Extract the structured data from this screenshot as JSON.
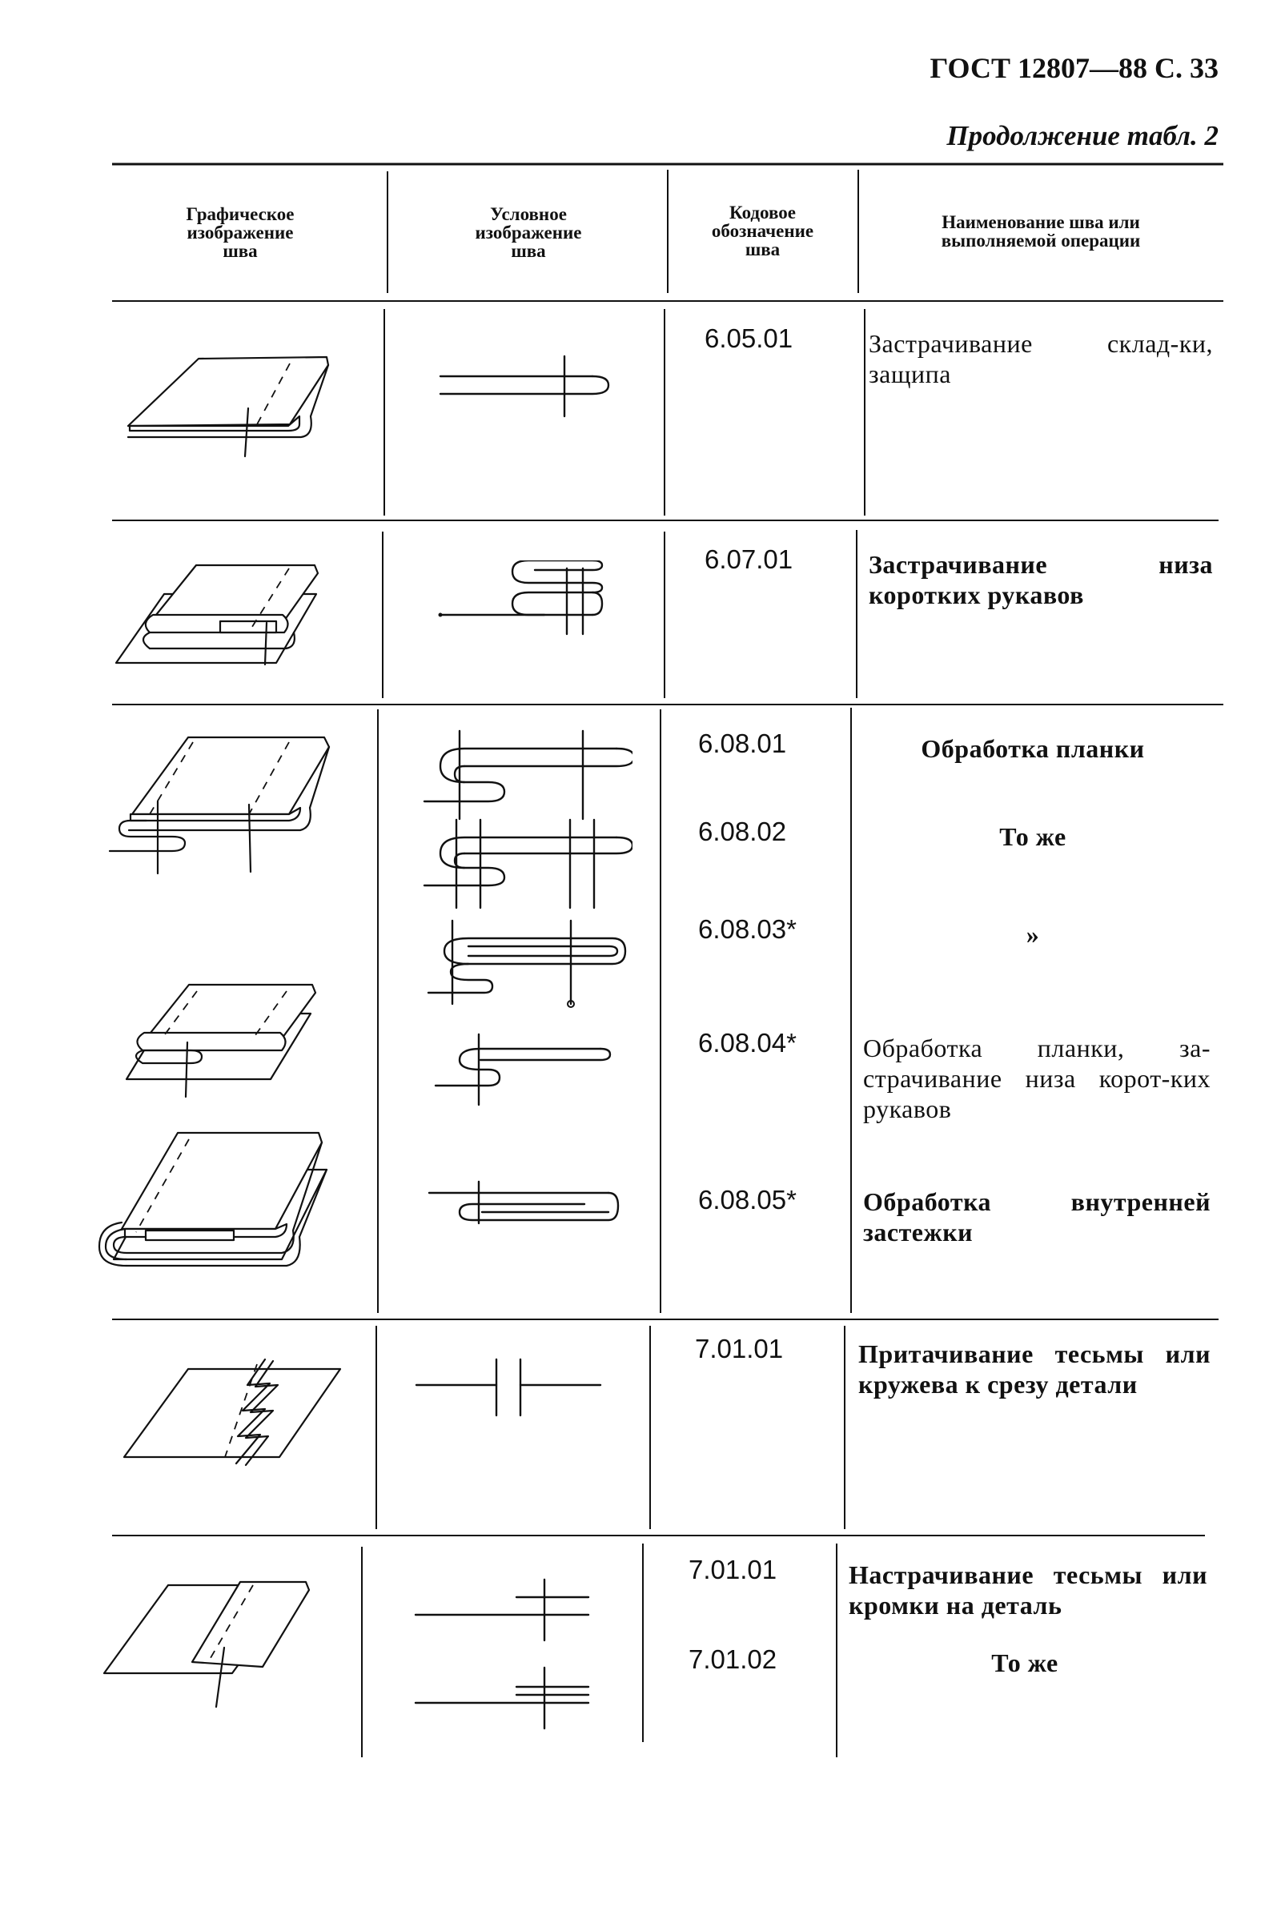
{
  "header": {
    "standard": "ГОСТ 12807—88 С. 33",
    "continuation": "Продолжение табл. 2"
  },
  "columns": [
    "Графическое\nизображение\nшва",
    "Условное\nизображение\nшва",
    "Кодовое\nобозначение\nшва",
    "Наименование шва или\nвыполняемой операции"
  ],
  "rows": [
    {
      "code": "6.05.01",
      "name": "Застрачивание склад-ки, защипа"
    },
    {
      "code": "6.07.01",
      "name": "Застрачивание низа коротких рукавов"
    },
    {
      "code": "6.08.01",
      "name": "Обработка планки"
    },
    {
      "code": "6.08.02",
      "name": "То же"
    },
    {
      "code": "6.08.03*",
      "name": "»"
    },
    {
      "code": "6.08.04*",
      "name": "Обработка планки, за-страчивание низа корот-ких рукавов"
    },
    {
      "code": "6.08.05*",
      "name": "Обработка внутренней застежки"
    },
    {
      "code": "7.01.01",
      "name": "Притачивание тесьмы или кружева к срезу детали"
    },
    {
      "code": "7.01.01",
      "name": "Настрачивание тесьмы или кромки на деталь"
    },
    {
      "code": "7.01.02",
      "name": "То же"
    }
  ],
  "icons": [
    "pintuck-seam-drawing",
    "sleeve-hem-seam-drawing",
    "placket-seam-drawing",
    "placket-sleeve-hem-drawing",
    "inner-fastening-drawing",
    "lace-attaching-drawing",
    "tape-topstitching-drawing"
  ]
}
